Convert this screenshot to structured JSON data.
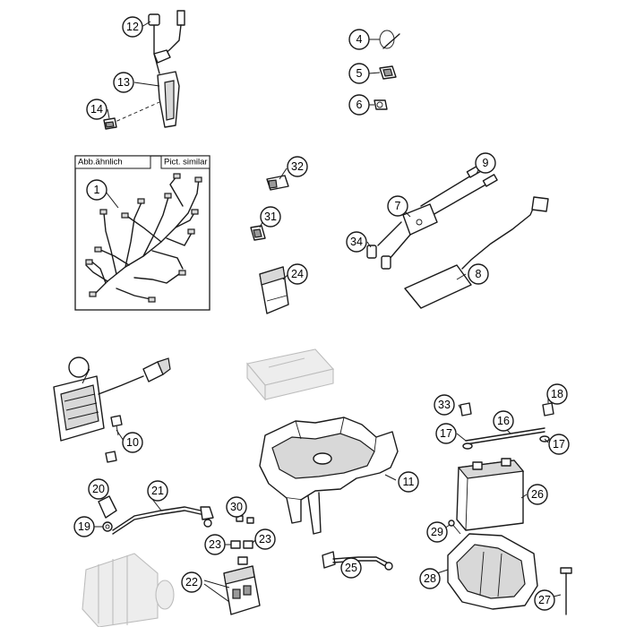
{
  "frame": {
    "label_left": "Abb.ähnlich",
    "label_right": "Pict. similar"
  },
  "callouts": {
    "c1": "1",
    "c4": "4",
    "c5": "5",
    "c6": "6",
    "c7": "7",
    "c8": "8",
    "c9": "9",
    "c10": "10",
    "c11": "11",
    "c12": "12",
    "c13": "13",
    "c14": "14",
    "c16": "16",
    "c17a": "17",
    "c17b": "17",
    "c18": "18",
    "c19": "19",
    "c20": "20",
    "c21": "21",
    "c22": "22",
    "c23a": "23",
    "c23b": "23",
    "c24": "24",
    "c25": "25",
    "c26": "26",
    "c27": "27",
    "c28": "28",
    "c29": "29",
    "c30": "30",
    "c31": "31",
    "c32": "32",
    "c33": "33",
    "c34": "34"
  }
}
